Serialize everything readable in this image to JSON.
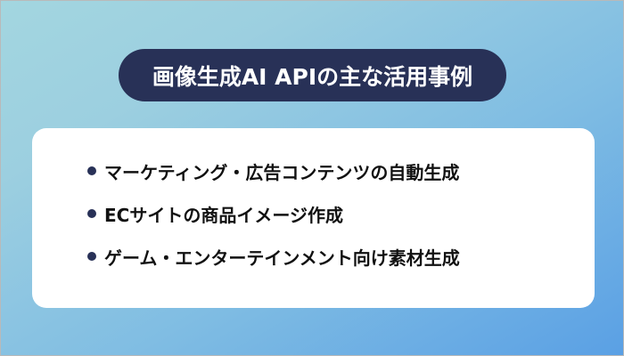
{
  "title": "画像生成AI APIの主な活用事例",
  "items": [
    {
      "label": "マーケティング・広告コンテンツの自動生成"
    },
    {
      "label": "ECサイトの商品イメージ作成"
    },
    {
      "label": "ゲーム・エンターテインメント向け素材生成"
    }
  ],
  "colors": {
    "pill": "#283157",
    "bullet": "#283157",
    "card": "#ffffff",
    "gradient_start": "#a3d6e0",
    "gradient_end": "#5aa0e4"
  }
}
